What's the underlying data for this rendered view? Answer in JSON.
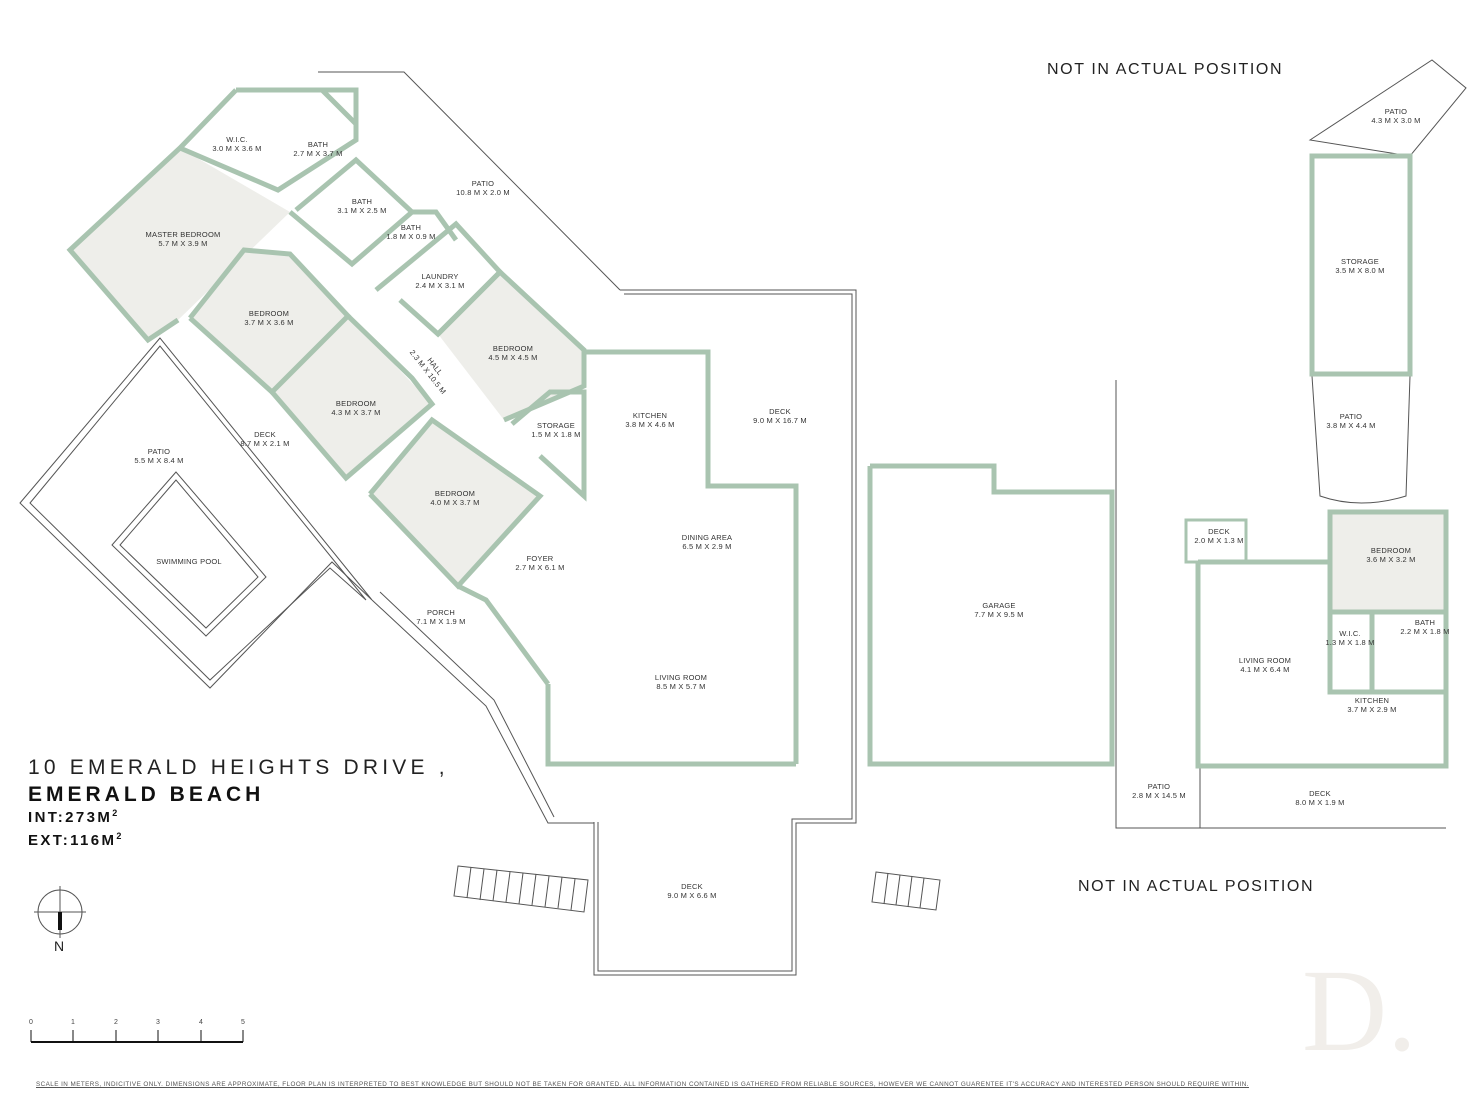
{
  "notices": {
    "top": "NOT IN ACTUAL POSITION",
    "bottom": "NOT IN ACTUAL POSITION"
  },
  "address": {
    "line1": "10 EMERALD HEIGHTS DRIVE ,",
    "line2": "EMERALD BEACH",
    "internal": "INT:273M",
    "external": "EXT:116M",
    "unit_sup": "2"
  },
  "compass": {
    "label": "N"
  },
  "scale_bar": {
    "ticks": [
      "0",
      "1",
      "2",
      "3",
      "4",
      "5"
    ]
  },
  "disclaimer": "SCALE IN METERS, INDICITIVE ONLY. DIMENSIONS ARE APPROXIMATE, FLOOR PLAN IS INTERPRETED TO BEST KNOWLEDGE BUT SHOULD NOT BE TAKEN FOR GRANTED. ALL INFORMATION CONTAINED IS GATHERED FROM RELIABLE SOURCES, HOWEVER WE CANNOT GUARENTEE IT'S ACCURACY AND INTERESTED PERSON SHOULD REQUIRE WITHIN.",
  "watermark": "D.",
  "colors": {
    "wall": "#a9c4b0",
    "room_fill": "#eeeeea",
    "outline": "#555555"
  },
  "rooms": {
    "wic_main": {
      "name": "W.I.C.",
      "dim": "3.0 M X 3.6 M"
    },
    "bath1": {
      "name": "BATH",
      "dim": "2.7 M X 3.7 M"
    },
    "bath2": {
      "name": "BATH",
      "dim": "3.1 M X 2.5 M"
    },
    "bath3": {
      "name": "BATH",
      "dim": "1.8 M X 0.9 M"
    },
    "patio_top": {
      "name": "PATIO",
      "dim": "10.8 M X 2.0 M"
    },
    "master_bedroom": {
      "name": "MASTER BEDROOM",
      "dim": "5.7 M X 3.9 M"
    },
    "laundry": {
      "name": "LAUNDRY",
      "dim": "2.4 M X 3.1 M"
    },
    "bedroom1": {
      "name": "BEDROOM",
      "dim": "3.7 M X 3.6 M"
    },
    "bedroom2": {
      "name": "BEDROOM",
      "dim": "4.5 M X 4.5 M"
    },
    "hall": {
      "name": "HALL",
      "dim": "2.3 M X 10.5 M"
    },
    "bedroom3": {
      "name": "BEDROOM",
      "dim": "4.3 M X 3.7 M"
    },
    "storage_main": {
      "name": "STORAGE",
      "dim": "1.5 M X 1.8 M"
    },
    "kitchen_main": {
      "name": "KITCHEN",
      "dim": "3.8 M X 4.6 M"
    },
    "deck_large": {
      "name": "DECK",
      "dim": "9.0 M X 16.7 M"
    },
    "patio_pool": {
      "name": "PATIO",
      "dim": "5.5 M X 8.4 M"
    },
    "deck_pool": {
      "name": "DECK",
      "dim": "8.7 M X 2.1 M"
    },
    "bedroom4": {
      "name": "BEDROOM",
      "dim": "4.0 M X 3.7 M"
    },
    "pool": {
      "name": "SWIMMING POOL",
      "dim": ""
    },
    "foyer": {
      "name": "FOYER",
      "dim": "2.7 M X 6.1 M"
    },
    "dining": {
      "name": "DINING AREA",
      "dim": "6.5 M X 2.9 M"
    },
    "porch": {
      "name": "PORCH",
      "dim": "7.1 M X 1.9 M"
    },
    "living_main": {
      "name": "LIVING ROOM",
      "dim": "8.5 M X 5.7 M"
    },
    "deck_bottom": {
      "name": "DECK",
      "dim": "9.0 M X 6.6 M"
    },
    "garage": {
      "name": "GARAGE",
      "dim": "7.7 M X 9.5 M"
    },
    "patio_shed": {
      "name": "PATIO",
      "dim": "4.3 M X 3.0 M"
    },
    "storage_shed": {
      "name": "STORAGE",
      "dim": "3.5 M X 8.0 M"
    },
    "patio_shed2": {
      "name": "PATIO",
      "dim": "3.8 M X 4.4 M"
    },
    "deck_small": {
      "name": "DECK",
      "dim": "2.0 M X 1.3 M"
    },
    "bedroom_granny": {
      "name": "BEDROOM",
      "dim": "3.6 M X 3.2 M"
    },
    "bath_granny": {
      "name": "BATH",
      "dim": "2.2 M X 1.8 M"
    },
    "wic_granny": {
      "name": "W.I.C.",
      "dim": "1.3 M X 1.8 M"
    },
    "living_granny": {
      "name": "LIVING ROOM",
      "dim": "4.1 M X 6.4 M"
    },
    "kitchen_granny": {
      "name": "KITCHEN",
      "dim": "3.7 M X 2.9 M"
    },
    "patio_long": {
      "name": "PATIO",
      "dim": "2.8 M X 14.5 M"
    },
    "deck_granny": {
      "name": "DECK",
      "dim": "8.0 M X 1.9 M"
    }
  }
}
